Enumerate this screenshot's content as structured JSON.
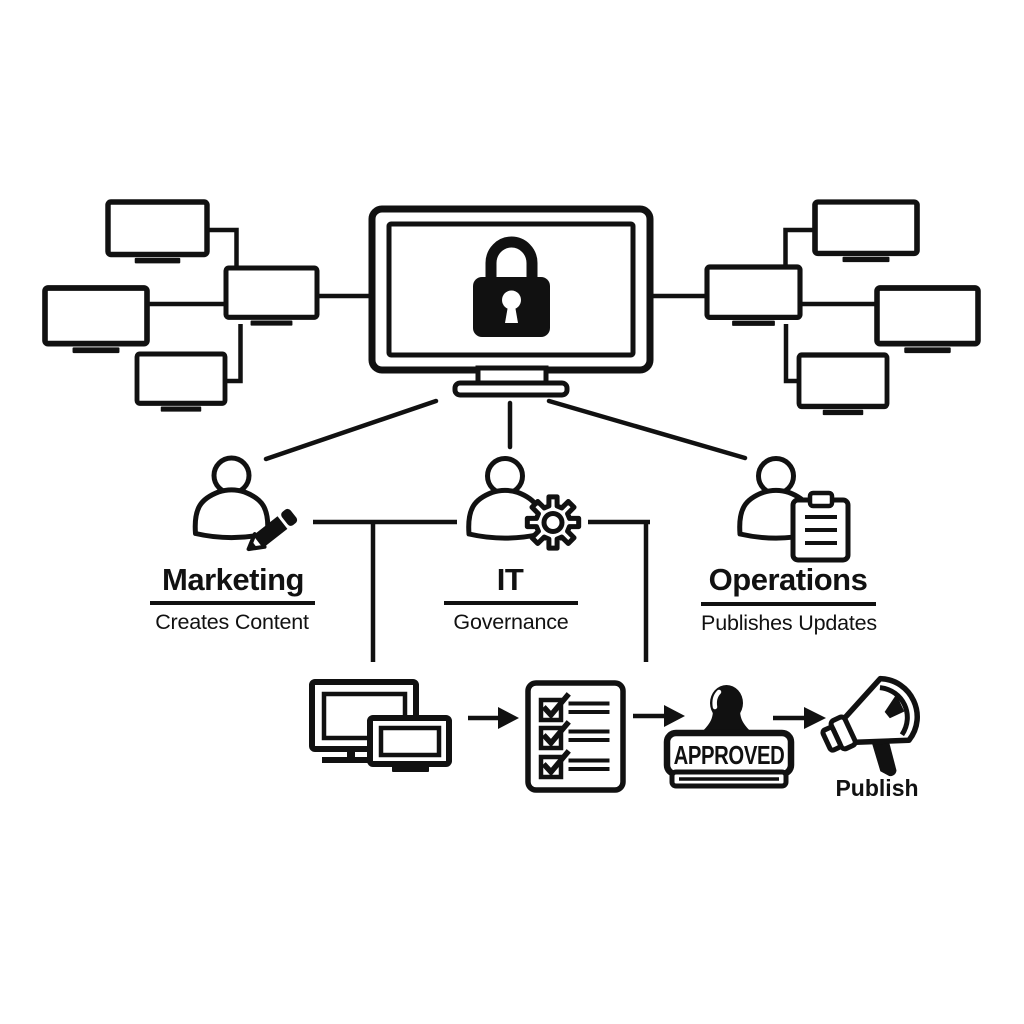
{
  "colors": {
    "background": "#ffffff",
    "ink": "#111111"
  },
  "hub": {
    "icon": "lock-icon",
    "description_icon": "central-secure-monitor"
  },
  "networks": {
    "left_cluster_monitors": 4,
    "right_cluster_monitors": 4
  },
  "roles": {
    "marketing": {
      "title": "Marketing",
      "subtitle": "Creates Content",
      "icon": "pencil-icon"
    },
    "it": {
      "title": "IT",
      "subtitle": "Governance",
      "icon": "gear-icon"
    },
    "operations": {
      "title": "Operations",
      "subtitle": "Publishes Updates",
      "icon": "clipboard-icon"
    }
  },
  "workflow": {
    "step1_icon": "devices-icon",
    "step2_icon": "checklist-icon",
    "step3_icon": "approved-stamp-icon",
    "step4_icon": "megaphone-icon",
    "stamp_text": "APPROVED",
    "publish_label": "Publish"
  }
}
